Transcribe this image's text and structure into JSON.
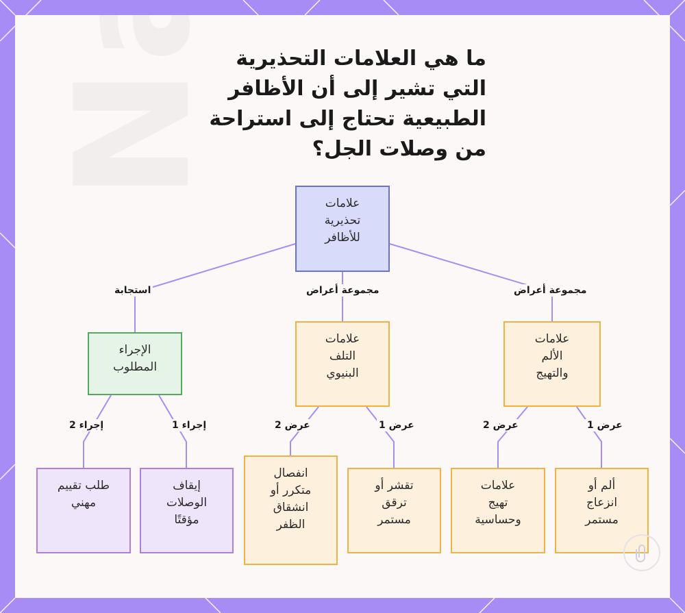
{
  "title": "ما هي العلامات التحذيرية التي تشير إلى أن الأظافر الطبيعية تحتاج إلى استراحة من وصلات الجل؟",
  "watermark": "Nails",
  "colors": {
    "frame": "#a88cf5",
    "connector": "#a88cf5",
    "root": "#d9dbfb",
    "action": "#e6f4e7",
    "sign": "#fdf0dc",
    "step": "#efe5fb"
  },
  "nodes": {
    "root": "علامات\nتحذيرية\nللأظافر",
    "action": "الإجراء\nالمطلوب",
    "damage": "علامات\nالتلف\nالبنيوي",
    "pain": "علامات\nالألم\nوالتهيج",
    "eval": "طلب تقييم\nمهني",
    "stop": "إيقاف\nالوصلات\nمؤقتًا",
    "separation": "انفصال\nمتكرر أو\nانشقاق\nالظفر",
    "peeling": "تقشر أو\nترقق\nمستمر",
    "irritation": "علامات\nتهيج\nوحساسية",
    "ache": "ألم أو\nانزعاج\nمستمر"
  },
  "edge_labels": {
    "response": "استجابة",
    "group_mid": "مجموعة أعراض",
    "group_right": "مجموعة أعراض",
    "action2": "إجراء 2",
    "action1": "إجراء 1",
    "damage2": "عرض 2",
    "damage1": "عرض 1",
    "pain2": "عرض 2",
    "pain1": "عرض 1"
  },
  "logo_icon": "paperclip-icon"
}
